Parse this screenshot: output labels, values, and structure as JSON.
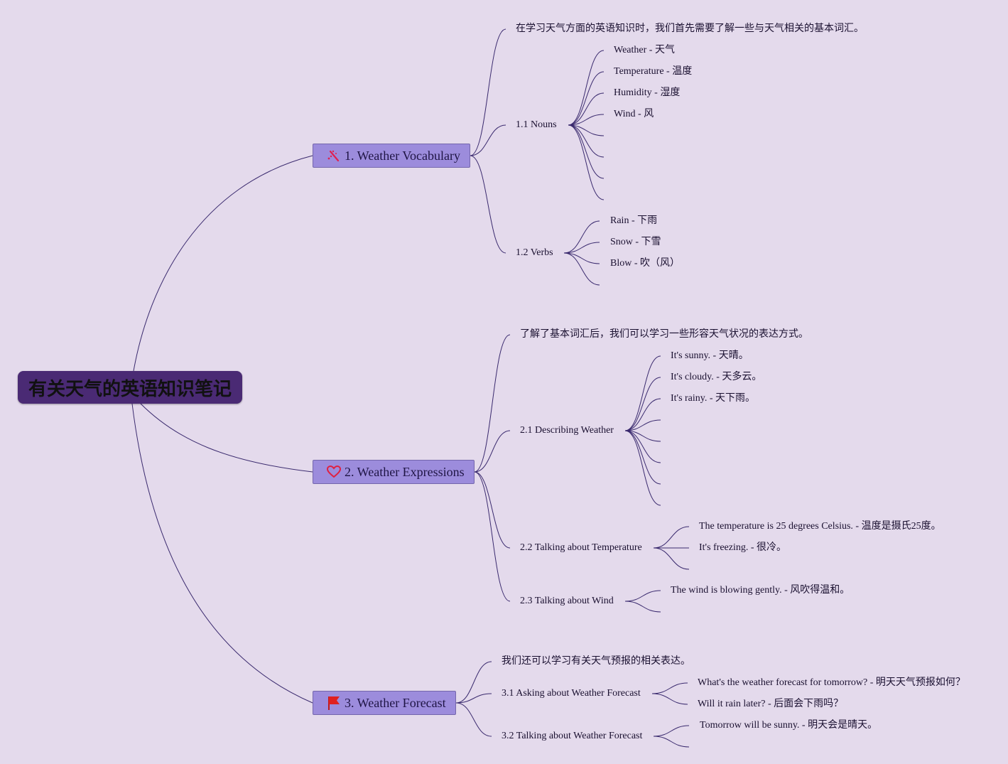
{
  "root": {
    "title": "有关天气的英语知识笔记"
  },
  "sections": [
    {
      "title": "1. Weather Vocabulary",
      "icon": "magic-wand-icon",
      "intro": "在学习天气方面的英语知识时，我们首先需要了解一些与天气相关的基本词汇。",
      "subsections": [
        {
          "title": "1.1 Nouns",
          "items": [
            "Weather - 天气",
            "Temperature - 温度",
            "Humidity - 湿度",
            "Wind - 风",
            "",
            "",
            "",
            ""
          ]
        },
        {
          "title": "1.2 Verbs",
          "items": [
            "Rain - 下雨",
            "Snow - 下雪",
            "Blow - 吹（风）",
            ""
          ]
        }
      ]
    },
    {
      "title": "2. Weather Expressions",
      "icon": "heart-icon",
      "intro": "了解了基本词汇后，我们可以学习一些形容天气状况的表达方式。",
      "subsections": [
        {
          "title": "2.1 Describing Weather",
          "items": [
            "It's sunny. - 天晴。",
            "It's cloudy. - 天多云。",
            "It's rainy. - 天下雨。",
            "",
            "",
            "",
            "",
            ""
          ]
        },
        {
          "title": "2.2 Talking about Temperature",
          "items": [
            "The temperature is 25 degrees Celsius. - 温度是摄氏25度。",
            "It's freezing. - 很冷。",
            ""
          ]
        },
        {
          "title": "2.3 Talking about Wind",
          "items": [
            "The wind is blowing gently. - 风吹得温和。",
            ""
          ]
        }
      ]
    },
    {
      "title": "3. Weather Forecast",
      "icon": "flag-icon",
      "intro": "我们还可以学习有关天气预报的相关表达。",
      "subsections": [
        {
          "title": "3.1 Asking about Weather Forecast",
          "items": [
            "What's the weather forecast for tomorrow? - 明天天气预报如何？",
            "Will it rain later? - 后面会下雨吗？"
          ]
        },
        {
          "title": "3.2 Talking about Weather Forecast",
          "items": [
            "Tomorrow will be sunny. - 明天会是晴天。",
            ""
          ]
        }
      ]
    }
  ],
  "colors": {
    "background": "#e4daec",
    "root": "#4a2a74",
    "main_node": "#9c8cdc",
    "line": "#3a2a6e",
    "icon_red": "#e02020"
  }
}
